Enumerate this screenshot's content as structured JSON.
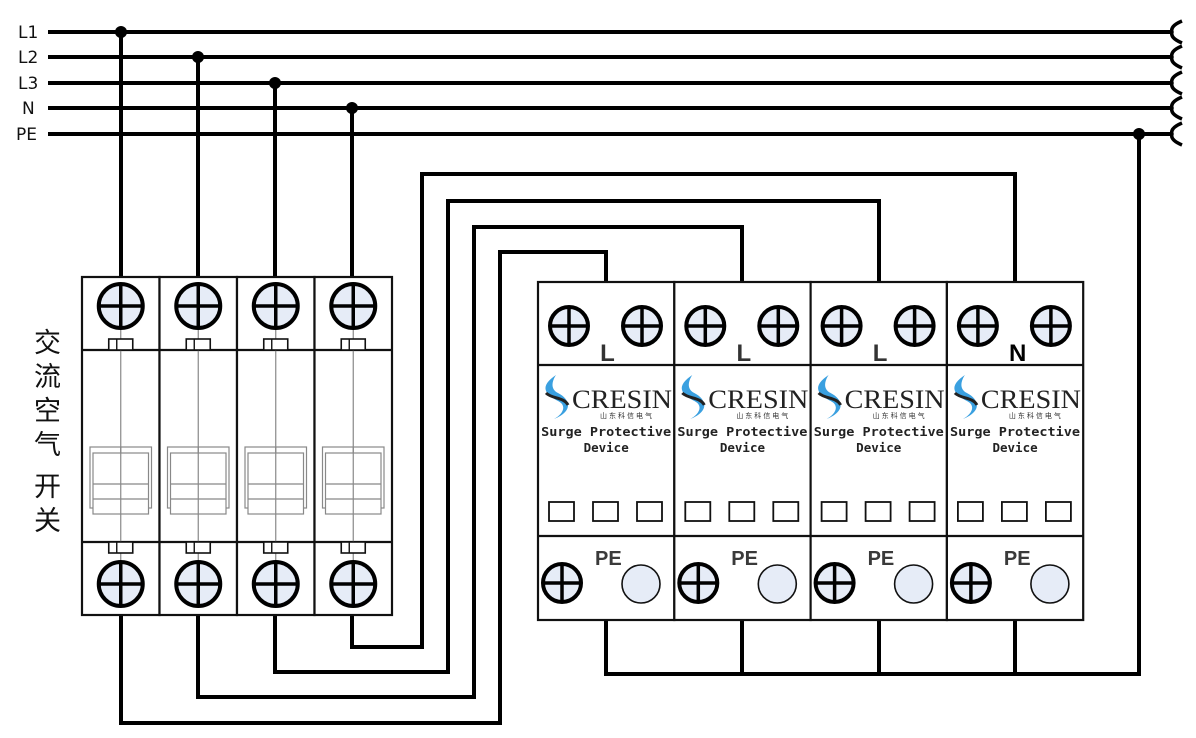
{
  "bus": {
    "lines": [
      {
        "id": "L1",
        "label": "L1"
      },
      {
        "id": "L2",
        "label": "L2"
      },
      {
        "id": "L3",
        "label": "L3"
      },
      {
        "id": "N",
        "label": "N"
      },
      {
        "id": "PE",
        "label": "PE"
      }
    ]
  },
  "breaker": {
    "label_chars": [
      "交",
      "流",
      "空",
      "气",
      "开",
      "关"
    ],
    "poles": [
      {
        "connects_to": "L1"
      },
      {
        "connects_to": "L2"
      },
      {
        "connects_to": "L3"
      },
      {
        "connects_to": "N"
      }
    ]
  },
  "spd": {
    "modules": [
      {
        "terminal_letter": "L",
        "brand": "CRESIN",
        "brand_sub": "山东科信电气",
        "line1": "Surge Protective",
        "line2": "Device",
        "pe_label": "PE"
      },
      {
        "terminal_letter": "L",
        "brand": "CRESIN",
        "brand_sub": "山东科信电气",
        "line1": "Surge Protective",
        "line2": "Device",
        "pe_label": "PE"
      },
      {
        "terminal_letter": "L",
        "brand": "CRESIN",
        "brand_sub": "山东科信电气",
        "line1": "Surge Protective",
        "line2": "Device",
        "pe_label": "PE"
      },
      {
        "terminal_letter": "N",
        "brand": "CRESIN",
        "brand_sub": "山东科信电气",
        "line1": "Surge Protective",
        "line2": "Device",
        "pe_label": "PE"
      }
    ]
  },
  "colors": {
    "wire": "#000000",
    "terminal_fill": "#e6ecf7",
    "logo_blue": "#3aa0e0",
    "logo_blue_light": "#8fd0f5"
  }
}
